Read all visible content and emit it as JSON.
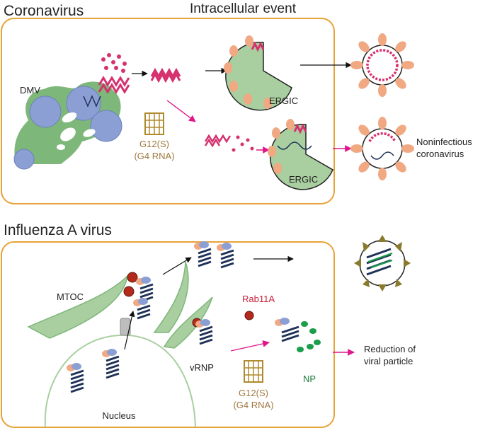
{
  "titles": {
    "coronavirus": "Coronavirus",
    "intracellular": "Intracellular event",
    "influenza": "Influenza A virus"
  },
  "coronavirus_panel": {
    "dmv": "DMV",
    "ergic_top": "ERGIC",
    "ergic_bottom": "ERGIC",
    "g4_line1": "G12(S)",
    "g4_line2": "(G4 RNA)",
    "noninfectious_line1": "Noninfectious",
    "noninfectious_line2": "coronavirus"
  },
  "influenza_panel": {
    "mtoc": "MTOC",
    "rab11a": "Rab11A",
    "vrnp": "vRNP",
    "np": "NP",
    "nucleus": "Nucleus",
    "g4_line1": "G12(S)",
    "g4_line2": "(G4 RNA)",
    "reduction_line1": "Reduction of",
    "reduction_line2": "viral particle"
  },
  "colors": {
    "panel_border": "#E8A23A",
    "cell_green": "#7EB77A",
    "cell_green_light": "#A9CFA0",
    "vesicle_blue": "#8C9FD4",
    "viral_pink": "#D6306E",
    "spike_peach": "#F0A982",
    "g4_gold": "#B08A2E",
    "np_green": "#1A9E4A",
    "rab_red": "#B5281C",
    "arrow_magenta": "#E0168A",
    "dark_navy": "#1F3358",
    "text_brown": "#A07840",
    "text_red": "#C8203A",
    "text_green": "#1A7A3A"
  }
}
